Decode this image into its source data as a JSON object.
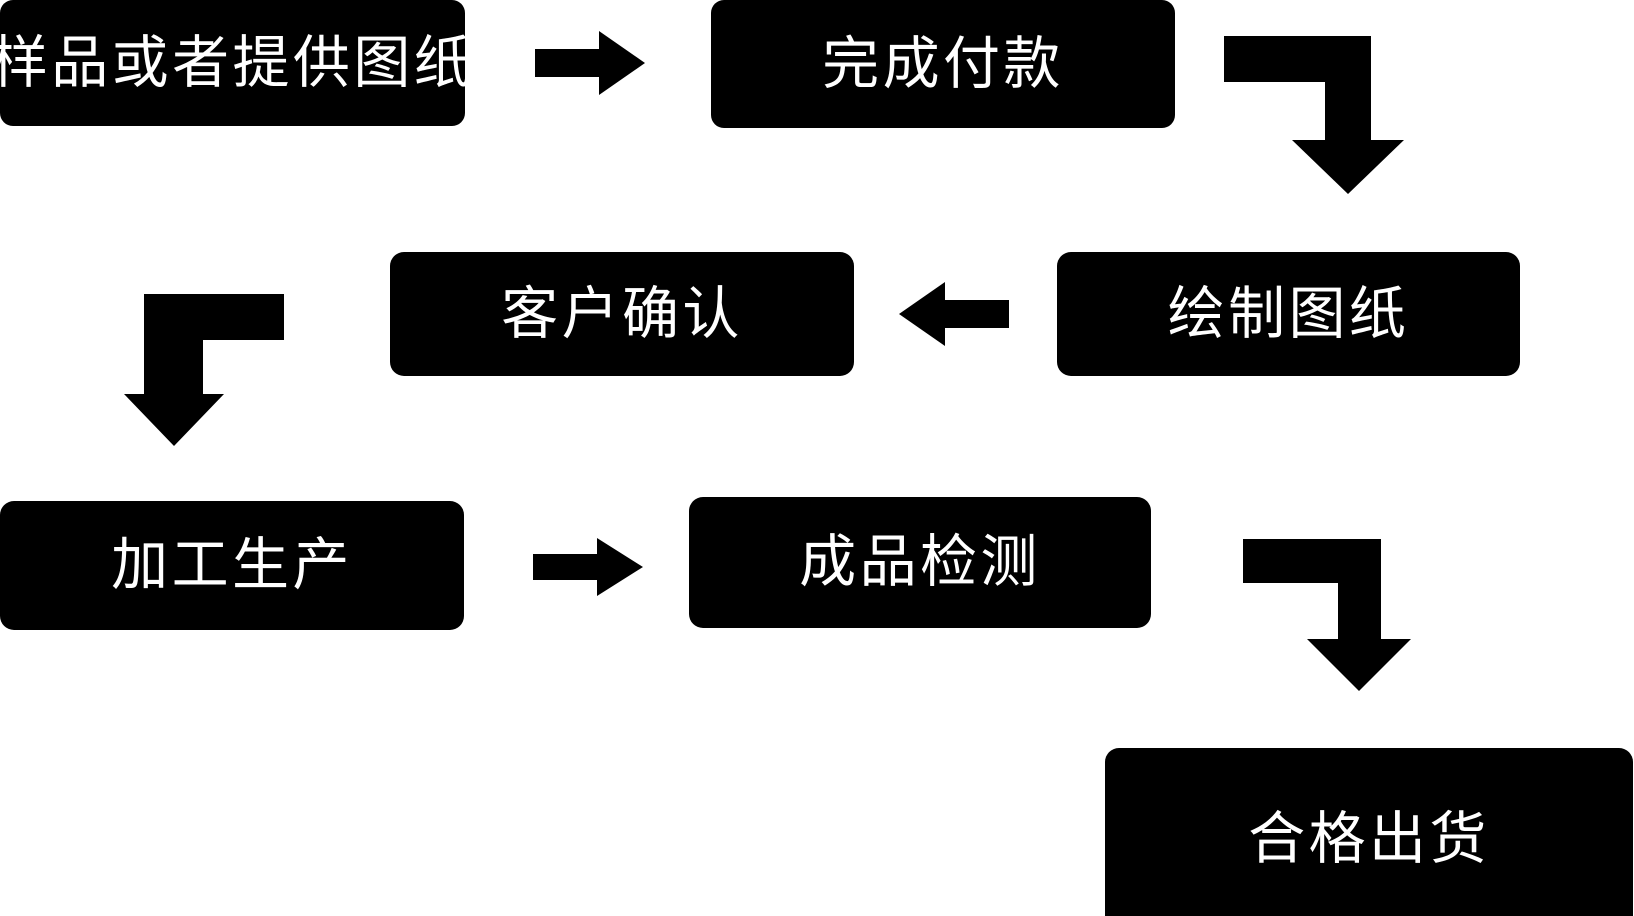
{
  "diagram": {
    "title": "",
    "background_color": "#ffffff",
    "node_fill_color": "#000000",
    "node_text_color": "#ffffff",
    "arrow_color": "#000000",
    "nodes": [
      {
        "id": "sample",
        "label": "样品或者提供图纸",
        "order": 1
      },
      {
        "id": "payment",
        "label": "完成付款",
        "order": 2
      },
      {
        "id": "drawing",
        "label": "绘制图纸",
        "order": 3
      },
      {
        "id": "confirm",
        "label": "客户确认",
        "order": 4
      },
      {
        "id": "production",
        "label": "加工生产",
        "order": 5
      },
      {
        "id": "inspection",
        "label": "成品检测",
        "order": 6
      },
      {
        "id": "shipping",
        "label": "合格出货",
        "order": 7
      }
    ],
    "connectors": [
      {
        "id": "sample-to-payment",
        "from": "sample",
        "to": "payment",
        "shape": "straight",
        "direction": "right"
      },
      {
        "id": "payment-to-drawing",
        "from": "payment",
        "to": "drawing",
        "shape": "elbow",
        "direction": "right-then-down"
      },
      {
        "id": "drawing-to-confirm",
        "from": "drawing",
        "to": "confirm",
        "shape": "straight",
        "direction": "left"
      },
      {
        "id": "confirm-to-production",
        "from": "confirm",
        "to": "production",
        "shape": "elbow",
        "direction": "left-then-down"
      },
      {
        "id": "production-to-inspection",
        "from": "production",
        "to": "inspection",
        "shape": "straight",
        "direction": "right"
      },
      {
        "id": "inspection-to-shipping",
        "from": "inspection",
        "to": "shipping",
        "shape": "elbow",
        "direction": "right-then-down"
      }
    ]
  }
}
